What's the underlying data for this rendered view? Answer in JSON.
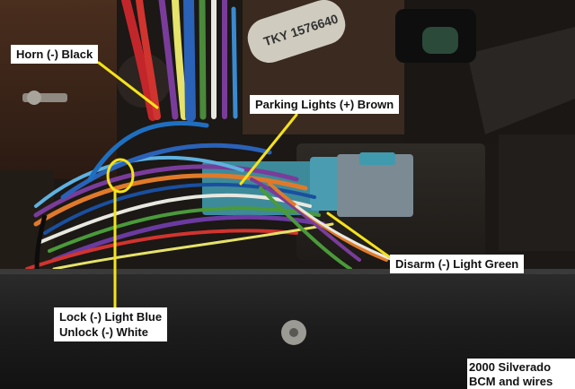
{
  "labels": {
    "horn": "Horn (-) Black",
    "parking_lights": "Parking Lights (+) Brown",
    "disarm": "Disarm (-) Light Green",
    "lock": "Lock (-) Light Blue",
    "unlock": "Unlock (-) White"
  },
  "caption": {
    "line1": "2000 Silverado",
    "line2": "BCM and wires"
  },
  "tag_text": "TKY 1576640",
  "colors": {
    "annotation_line": "#f4e21b",
    "label_background": "#ffffff",
    "label_text": "#111111"
  }
}
